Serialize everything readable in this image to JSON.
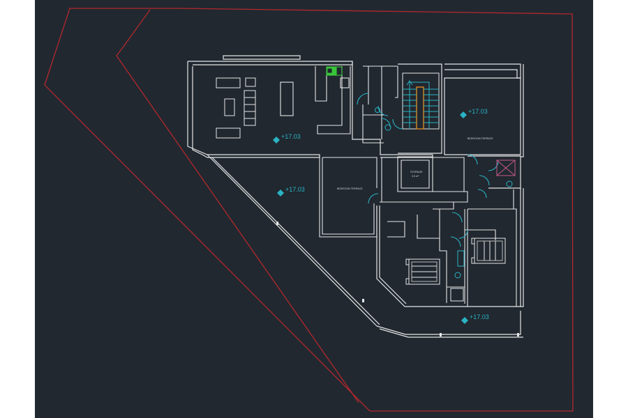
{
  "drawing": {
    "background_color": "#212830",
    "wall_color": "#e6e6e6",
    "boundary_color": "#b3282d",
    "accent_color": "#2ab3c4",
    "highlight_color": "#39c53a",
    "fixture_color": "#c85a8a",
    "stair_color": "#d88a22"
  },
  "level_markers": [
    {
      "id": "living",
      "text": "+17.03"
    },
    {
      "id": "bedroom-ne",
      "text": "+17.03"
    },
    {
      "id": "wing",
      "text": "+17.03"
    },
    {
      "id": "south",
      "text": "+17.03"
    }
  ],
  "room_labels": [
    {
      "id": "bedroom-ne",
      "text": "BEDROOM TERRACE"
    },
    {
      "id": "study",
      "text": "BEDROOM TERRACE"
    },
    {
      "id": "storage",
      "text": "STORAGE"
    },
    {
      "id": "storage-area",
      "text": "3.5 m²"
    }
  ]
}
